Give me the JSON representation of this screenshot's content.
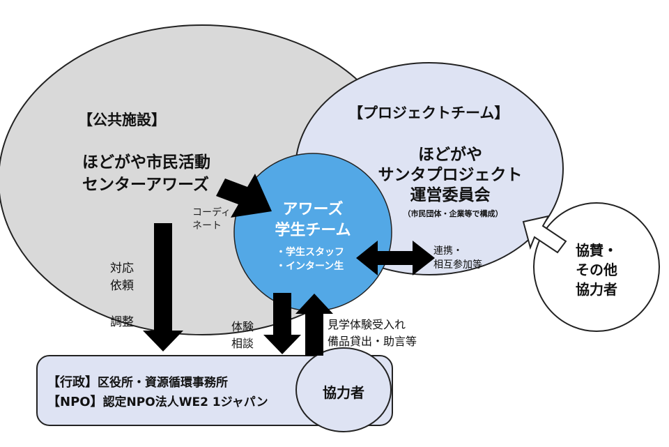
{
  "colors": {
    "public_facility": "#d9d9d9",
    "project_team": "#dee3f3",
    "student_team": "#53a8e6",
    "admin_box": "#dee3f3",
    "cooperator": "#dee3f3",
    "sponsor": "#ffffff",
    "arrow": "#000000",
    "outline": "#222222"
  },
  "public_facility": {
    "heading": "【公共施設】",
    "name_line1": "ほどがや市民活動",
    "name_line2": "センターアワーズ"
  },
  "project_team": {
    "heading": "【プロジェクトチーム】",
    "name_line1": "ほどがや",
    "name_line2": "サンタプロジェクト",
    "name_line3": "運営委員会",
    "note": "（市民団体・企業等で構成）"
  },
  "student_team": {
    "title_line1": "アワーズ",
    "title_line2": "学生チーム",
    "member1": "・学生スタッフ",
    "member2": "・インターン生"
  },
  "sponsor": {
    "line1": "協賛・",
    "line2": "その他",
    "line3": "協力者"
  },
  "admin_box": {
    "gov_tag": "【行政】",
    "gov_text": "区役所・資源循環事務所",
    "npo_tag": "【NPO】",
    "npo_text": "認定NPO法人WE2 1ジャパン"
  },
  "cooperator": {
    "label": "協力者"
  },
  "labels": {
    "coordinate_line1": "コーディ",
    "coordinate_line2": "ネート",
    "request_line1": "対応",
    "request_line2": "依頼",
    "adjust": "調整",
    "experience_line1": "体験",
    "experience_line2": "相談",
    "accept_line1": "見学体験受入れ",
    "accept_line2": "備品貸出・助言等",
    "cooperate_line1": "連携・",
    "cooperate_line2": "相互参加等"
  }
}
